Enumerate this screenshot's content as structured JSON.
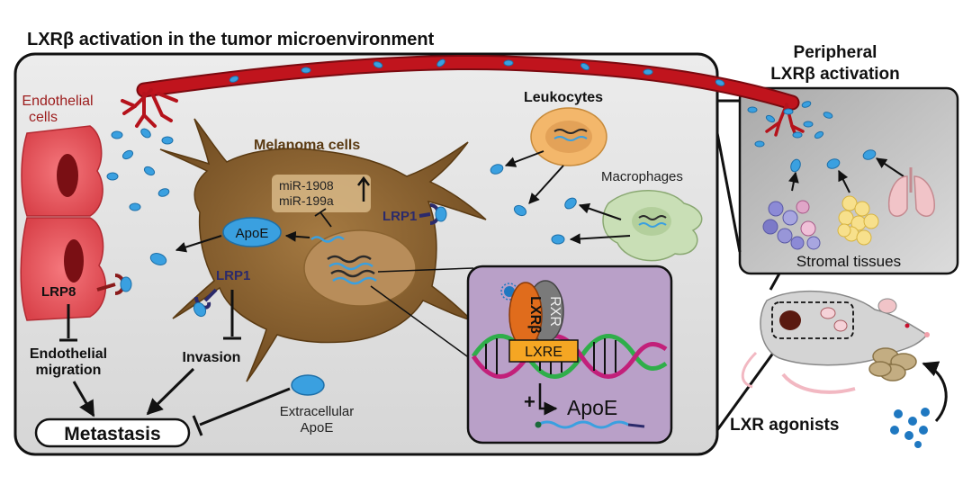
{
  "title": "LXRβ activation in the tumor microenvironment",
  "peripheral_title_line1": "Peripheral",
  "peripheral_title_line2": "LXRβ activation",
  "labels": {
    "endothelial_line1": "Endothelial",
    "endothelial_line2": "cells",
    "melanoma": "Melanoma cells",
    "leukocytes": "Leukocytes",
    "macrophages": "Macrophages",
    "mir1908": "miR-1908",
    "mir199a": "miR-199a",
    "apoe_intracellular": "ApoE",
    "lrp1_right": "LRP1",
    "lrp1_left": "LRP1",
    "lrp8": "LRP8",
    "endothelial_migration_line1": "Endothelial",
    "endothelial_migration_line2": "migration",
    "invasion": "Invasion",
    "metastasis": "Metastasis",
    "extracellular_apoe_line1": "Extracellular",
    "extracellular_apoe_line2": "ApoE",
    "lxrb": "LXRβ",
    "rxr": "RXR",
    "lxre": "LXRE",
    "plus": "+",
    "apoe_gene": "ApoE",
    "stromal_tissues": "Stromal tissues",
    "lxr_agonists": "LXR agonists"
  },
  "colors": {
    "vessel": "#b5121b",
    "apoe": "#3aa0e0",
    "melanoma": "#8a6230",
    "endothelial": "#e8525a",
    "lrp": "#2b2a6b",
    "panel": "#e8e8e8",
    "nucleus_panel": "#b9a0c8"
  }
}
